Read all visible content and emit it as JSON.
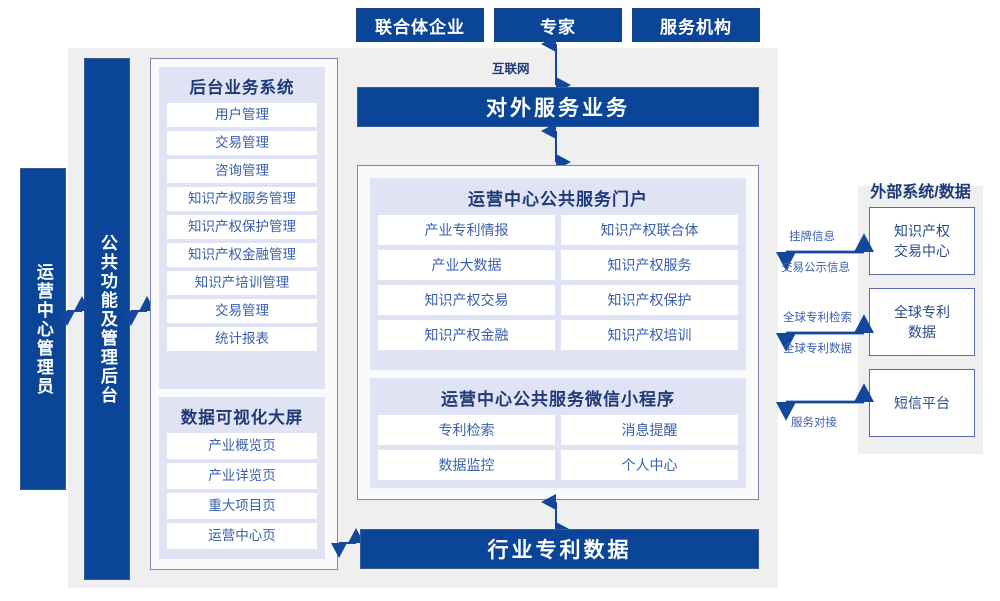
{
  "actors": [
    {
      "label": "联合体企业"
    },
    {
      "label": "专家"
    },
    {
      "label": "服务机构"
    }
  ],
  "internet_label": "互联网",
  "external_service_bar": "对外服务业务",
  "industry_data_bar": "行业专利数据",
  "left_bars": [
    {
      "label": "运营中心管理员"
    },
    {
      "label": "公共功能及管理后台"
    }
  ],
  "backoffice": {
    "title": "后台业务系统",
    "items": [
      "用户管理",
      "交易管理",
      "咨询管理",
      "知识产权服务管理",
      "知识产权保护管理",
      "知识产权金融管理",
      "知识产培训管理",
      "交易管理",
      "统计报表"
    ]
  },
  "dashboard": {
    "title": "数据可视化大屏",
    "items": [
      "产业概览页",
      "产业详览页",
      "重大项目页",
      "运营中心页"
    ]
  },
  "portal": {
    "title": "运营中心公共服务门户",
    "cells": [
      "产业专利情报",
      "知识产权联合体",
      "产业大数据",
      "知识产权服务",
      "知识产权交易",
      "知识产权保护",
      "知识产权金融",
      "知识产权培训"
    ]
  },
  "miniprogram": {
    "title": "运营中心公共服务微信小程序",
    "cells": [
      "专利检索",
      "消息提醒",
      "数据监控",
      "个人中心"
    ]
  },
  "external": {
    "title": "外部系统/数据",
    "boxes": [
      {
        "label": "知识产权\n交易中心"
      },
      {
        "label": "全球专利\n数据"
      },
      {
        "label": "短信平台"
      }
    ],
    "connector_labels": [
      "挂牌信息",
      "交易公示信息",
      "全球专利检索",
      "全球专利数据",
      "服务对接"
    ]
  },
  "colors": {
    "brand_blue": "#0a4597",
    "stage_gray": "#efefef",
    "lavender": "#dfe3f3",
    "panel_border": "#7b84b5",
    "text_blue": "#3a5fae"
  }
}
